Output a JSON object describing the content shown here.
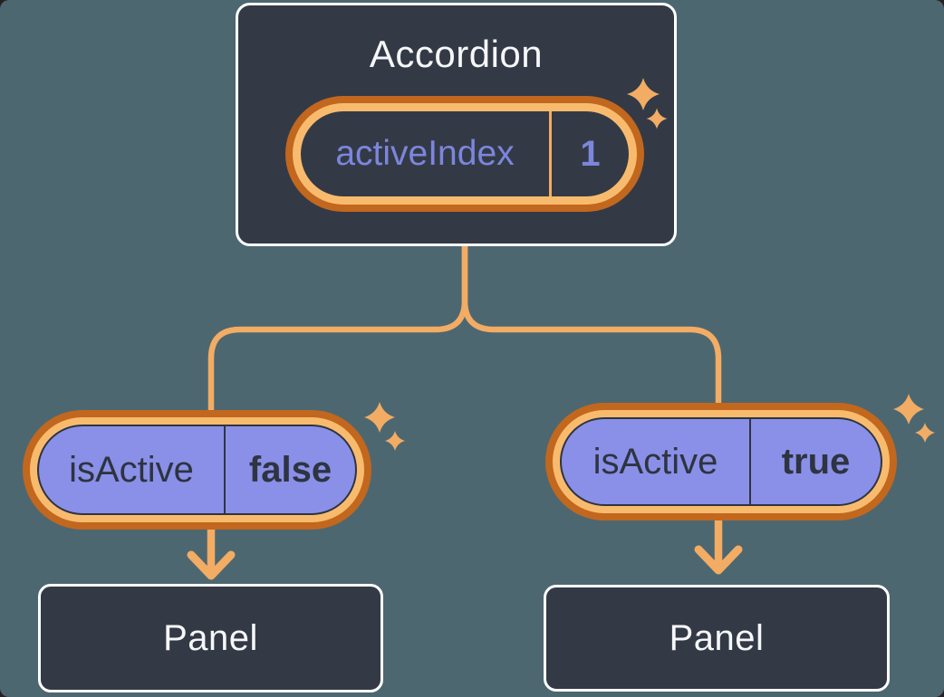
{
  "palette": {
    "background": "#4D6771",
    "box_fill": "#333A46",
    "box_border": "#FFFFFF",
    "text_light": "#F6F7F9",
    "text_dark": "#2E3440",
    "purple_fill": "#8A90E8",
    "purple_text": "#7C86DC",
    "orange_dark": "#C2671E",
    "orange_light": "#F8BB6E",
    "orange_line": "#F2AC64"
  },
  "accordion": {
    "title": "Accordion",
    "state": {
      "name": "activeIndex",
      "value": "1"
    }
  },
  "children": [
    {
      "prop": {
        "name": "isActive",
        "value": "false"
      },
      "component": "Panel"
    },
    {
      "prop": {
        "name": "isActive",
        "value": "true"
      },
      "component": "Panel"
    }
  ]
}
